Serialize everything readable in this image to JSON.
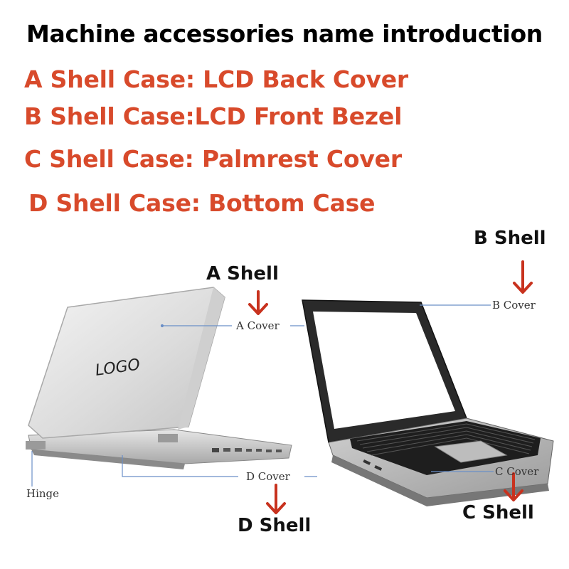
{
  "title": "Machine accessories name introduction",
  "parts": [
    {
      "text": "A Shell Case: LCD Back Cover"
    },
    {
      "text": "B Shell Case:LCD Front Bezel"
    },
    {
      "text": "C Shell Case: Palmrest Cover"
    },
    {
      "text": "D Shell Case: Bottom Case"
    }
  ],
  "shell_labels": {
    "a": "A Shell",
    "b": "B Shell",
    "c": "C Shell",
    "d": "D Shell"
  },
  "cover_labels": {
    "a": "A Cover",
    "b": "B Cover",
    "c": "C Cover",
    "d": "D Cover",
    "hinge": "Hinge"
  },
  "logo_text": "LOGO",
  "colors": {
    "parts_text": "#d84a2b",
    "arrow": "#c8321e",
    "callout_line": "#6a8fc7"
  }
}
